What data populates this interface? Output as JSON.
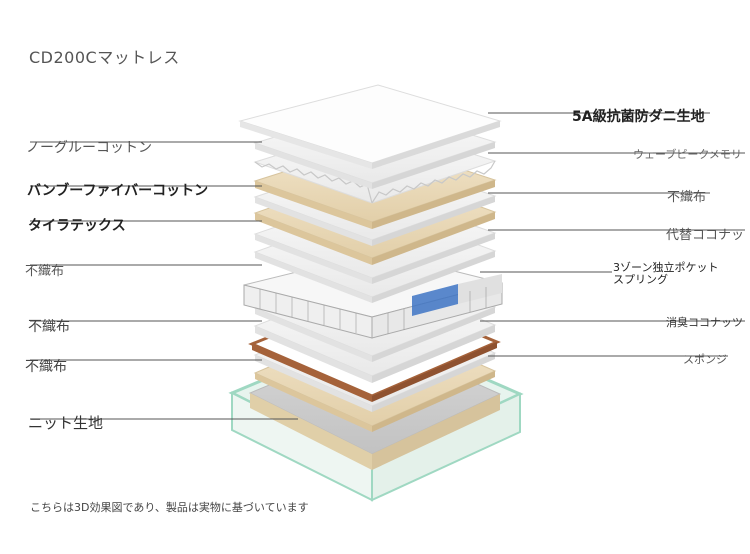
{
  "title": "CD200Cマットレス",
  "footnote": "こちらは3D効果図であり、製品は実物に基づいています",
  "labels_left": {
    "nogle_cotton": "ノーグルーコットン",
    "bamboo_fiber": "バンブーファイバーコットン",
    "tylatex": "タイラテックス",
    "nonwoven_1": "不織布",
    "nonwoven_2": "不織布",
    "nonwoven_3": "不織布",
    "knit_fabric": "ニット生地"
  },
  "labels_right": {
    "antimite": "5A級抗菌防ダニ生地",
    "wave_memory": "ウェーブピークメモリ",
    "nonwoven": "不織布",
    "alt_coconut": "代替ココナッ",
    "spring": "3ゾーン独立ポケットスプリング",
    "deodor_coconut": "消臭ココナッツ",
    "sponge": "スポンジ"
  },
  "colors": {
    "white_layer": "#f4f4f4",
    "cream_layer": "#ecdcbf",
    "brown_layer": "#a5623a",
    "spring_blue": "#3e74c4",
    "frame_green": "#9fd8c2",
    "line_gray": "#555555"
  }
}
